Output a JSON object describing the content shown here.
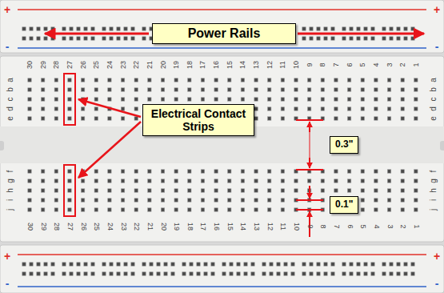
{
  "diagram": {
    "nodes": [
      {
        "text": [
          "Power Rails"
        ]
      },
      {
        "text": [
          "Electrical Contact Strips"
        ]
      },
      {
        "text": [
          "0.3\""
        ]
      },
      {
        "text": [
          "0.1\""
        ]
      }
    ],
    "labels": [
      "+",
      "-",
      "+",
      "-",
      "+",
      "-",
      "+",
      "-",
      "30",
      "29",
      "28",
      "27",
      "26",
      "25",
      "24",
      "23",
      "22",
      "21",
      "20",
      "19",
      "18",
      "17",
      "16",
      "15",
      "14",
      "13",
      "12",
      "11",
      "10",
      "9",
      "8",
      "7",
      "6",
      "5",
      "4",
      "3",
      "2",
      "1",
      "a",
      "b",
      "c",
      "d",
      "e",
      "a",
      "b",
      "c",
      "d",
      "e",
      "f",
      "g",
      "h",
      "i",
      "j",
      "f",
      "g",
      "h",
      "i",
      "j",
      "30",
      "29",
      "28",
      "27",
      "26",
      "25",
      "24",
      "23",
      "22",
      "21",
      "20",
      "19",
      "18",
      "17",
      "16",
      "15",
      "14",
      "13",
      "12",
      "11",
      "10",
      "9",
      "8",
      "7",
      "6",
      "5",
      "4",
      "3",
      "2",
      "1"
    ]
  }
}
